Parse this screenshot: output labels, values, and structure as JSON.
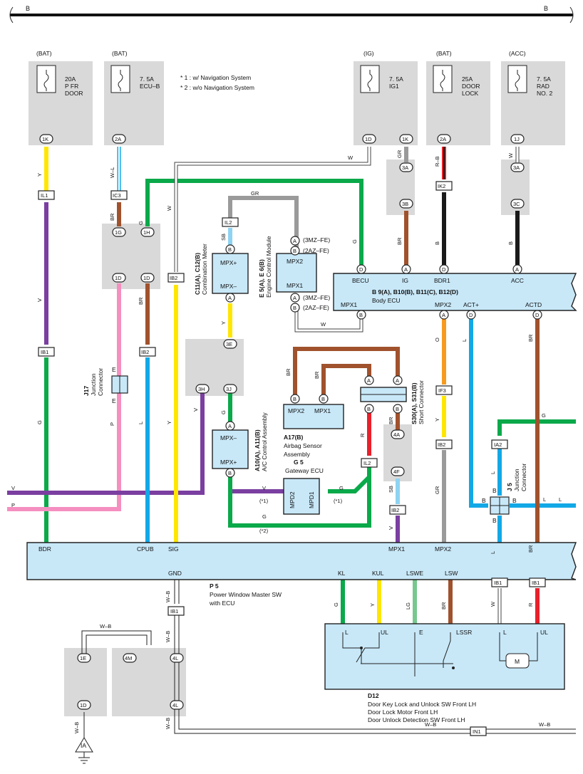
{
  "bus": {
    "label_left": "B",
    "label_right": "B"
  },
  "legend": {
    "note1": "* 1 : w/ Navigation System",
    "note2": "* 2 : w/o Navigation System"
  },
  "fuses": [
    {
      "supply": "(BAT)",
      "rating": "20A",
      "name1": "P FR",
      "name2": "DOOR"
    },
    {
      "supply": "(BAT)",
      "rating": "7. 5A",
      "name1": "ECU–B",
      "name2": ""
    },
    {
      "supply": "(IG)",
      "rating": "7. 5A",
      "name1": "IG1",
      "name2": ""
    },
    {
      "supply": "(BAT)",
      "rating": "25A",
      "name1": "DOOR",
      "name2": "LOCK"
    },
    {
      "supply": "(ACC)",
      "rating": "7. 5A",
      "name1": "RAD",
      "name2": "NO. 2"
    }
  ],
  "components": {
    "combination_meter": {
      "code": "C11(A), C12(B)",
      "name": "Combination Meter",
      "pin_top": "MPX+",
      "pin_bottom": "MPX–"
    },
    "engine_ecm": {
      "code": "E 5(A), E 6(B)",
      "name": "Engine Control Module",
      "pin_top": "MPX2",
      "pin_bottom": "MPX1",
      "v1": "(3MZ–FE)",
      "v2": "(2AZ–FE)"
    },
    "body_ecu": {
      "code": "B 9(A), B10(B), B11(C), B12(D)",
      "name": "Body ECU",
      "pins_top": [
        "BECU",
        "IG",
        "BDR1",
        "ACC"
      ],
      "pins_bottom": [
        "MPX1",
        "MPX2",
        "ACT+",
        "ACTD"
      ]
    },
    "ac_control": {
      "code": "A10(A), A11(B)",
      "name": "A/C Control Assembly",
      "pin_top": "MPX–",
      "pin_bottom": "MPX+"
    },
    "airbag": {
      "code": "A17(B)",
      "name1": "Airbag Sensor",
      "name2": "Assembly",
      "pins": [
        "MPX2",
        "MPX1"
      ]
    },
    "short_connector": {
      "code": "S30(A), S31(B)",
      "name": "Short Connector"
    },
    "gateway": {
      "code": "G 5",
      "name": "Gateway ECU",
      "pins": [
        "MPD2",
        "MPD1"
      ]
    },
    "j17": {
      "code": "J17",
      "name1": "Junction",
      "name2": "Connector",
      "pin": "E"
    },
    "j5": {
      "code": "J 5",
      "name1": "Junction",
      "name2": "Connector",
      "pin": "B"
    },
    "power_window": {
      "code": "P 5",
      "name1": "Power Window Master SW",
      "name2": "with ECU",
      "pins": [
        "BDR",
        "CPUB",
        "SIG",
        "MPX1",
        "MPX2",
        "KL",
        "KUL",
        "LSWE",
        "LSW",
        "GND"
      ]
    },
    "door_lock": {
      "code": "D12",
      "line1": "Door Key Lock and Unlock SW Front LH",
      "line2": "Door Lock Motor Front LH",
      "line3": "Door Unlock Detection SW  Front LH",
      "pins": [
        "L",
        "UL",
        "E",
        "LSSR",
        "L",
        "UL"
      ],
      "motor": "M"
    },
    "ground": {
      "label": "IA"
    }
  },
  "wire_colors": {
    "Y": "#ffe600",
    "V": "#7a3fa0",
    "G": "#0aa94a",
    "L": "#12a8e6",
    "P": "#f58fc0",
    "BR": "#a0522d",
    "R": "#e8202a",
    "GR": "#9a9a9a",
    "SB": "#8fd3f2",
    "O": "#f79a1e",
    "LG": "#77c88e",
    "B": "#1a1a1a",
    "W": "#ffffff"
  },
  "labels": {
    "c_1K": "1K",
    "c_2A": "2A",
    "c_1D": "1D",
    "c_1Kb": "1K",
    "c_2Ab": "2A",
    "c_1J": "1J",
    "c_IL1": "IL1",
    "c_IC3": "IC3",
    "c_IK2": "IK2",
    "c_3A": "3A",
    "c_3B": "3B",
    "c_3Ab": "3A",
    "c_3C": "3C",
    "c_IL2a": "IL2",
    "c_IB2a": "IB2",
    "c_1G": "1G",
    "c_1H": "1H",
    "c_1Db": "1D",
    "c_1Dc": "1D",
    "c_IB1a": "IB1",
    "c_IB2b": "IB2",
    "c_3E": "3E",
    "c_3H": "3H",
    "c_3J": "3J",
    "c_IF3": "IF3",
    "c_IB2c": "IB2",
    "c_IA2": "IA2",
    "c_IB1b": "IB1",
    "c_IB1c": "IB1",
    "c_4A": "4A",
    "c_4F": "4F",
    "c_IL2b": "IL2",
    "c_IB2d": "IB2",
    "c_IB1d": "IB1",
    "c_1E": "1E",
    "c_4M": "4M",
    "c_4L": "4L",
    "c_1Dd": "1D",
    "c_4Lb": "4L",
    "c_IN1": "IN1",
    "w_Y": "Y",
    "w_V": "V",
    "w_G": "G",
    "w_L": "L",
    "w_P": "P",
    "w_BR": "BR",
    "w_R": "R",
    "w_GR": "GR",
    "w_SB": "SB",
    "w_O": "O",
    "w_LG": "LG",
    "w_B": "B",
    "w_W": "W",
    "w_WL": "W–L",
    "w_RB": "R–B",
    "w_WB": "W–B",
    "n1": "(*1)",
    "n2": "(*2)",
    "pin_A": "A",
    "pin_B": "B",
    "pin_D": "D"
  }
}
